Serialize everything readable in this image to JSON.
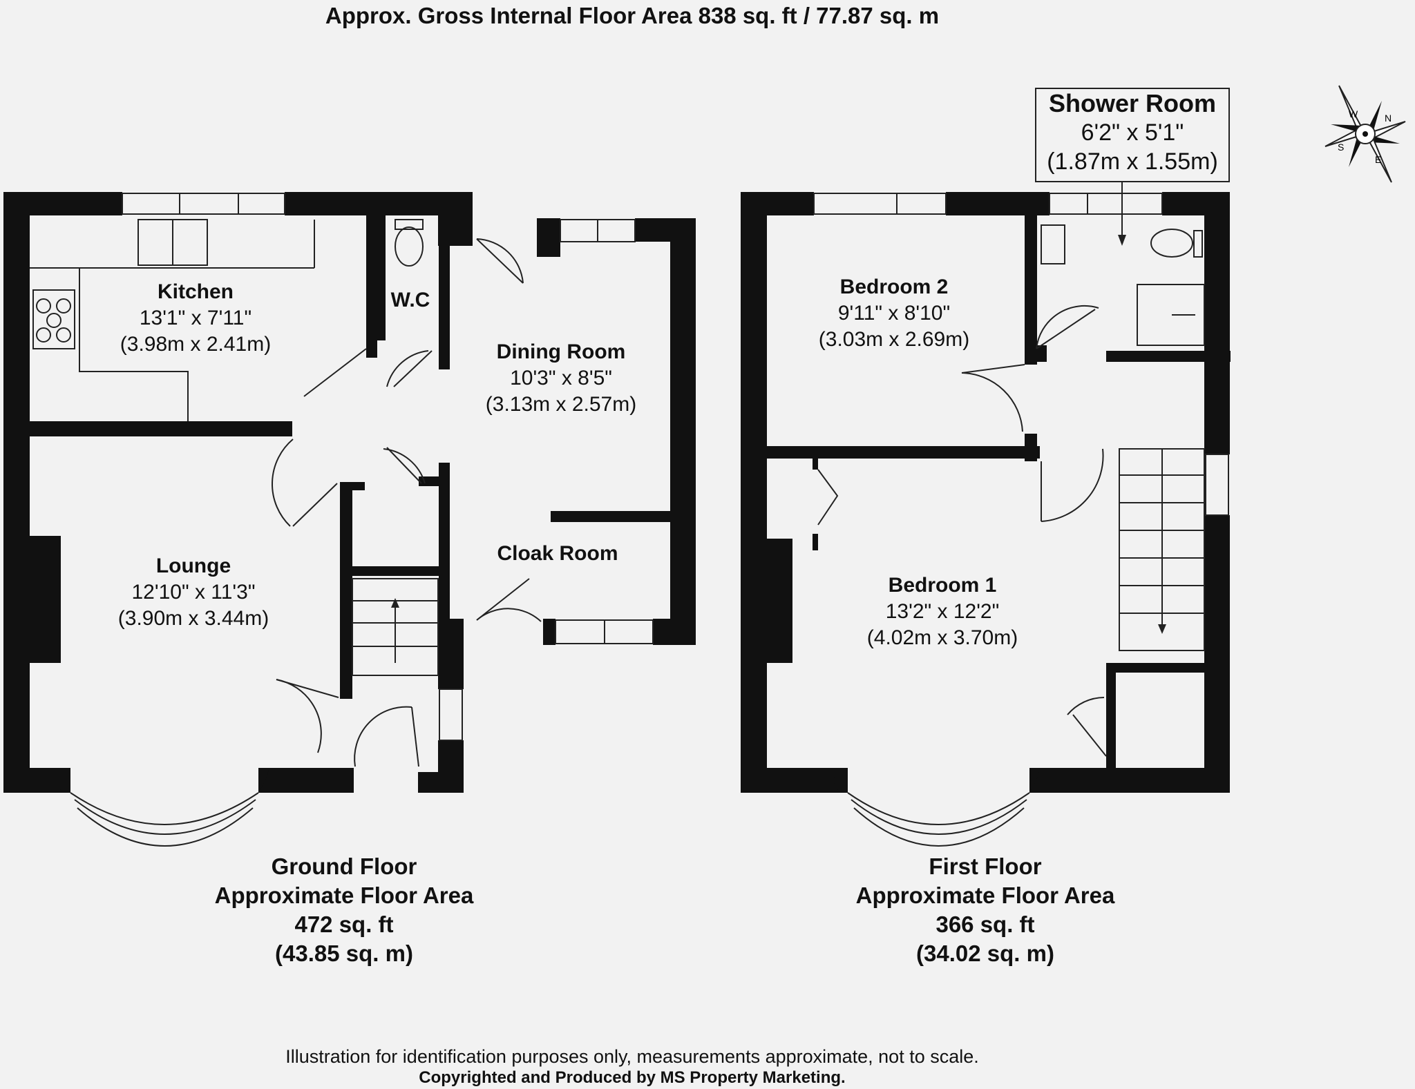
{
  "title": "Approx. Gross Internal Floor Area 838 sq. ft / 77.87 sq. m",
  "compass": {
    "labels": [
      "N",
      "E",
      "S",
      "W"
    ]
  },
  "ground_floor": {
    "caption": [
      "Ground Floor",
      "Approximate Floor Area",
      "472 sq. ft",
      "(43.85 sq. m)"
    ],
    "rooms": {
      "kitchen": {
        "name": "Kitchen",
        "imperial": "13'1\" x 7'11\"",
        "metric": "(3.98m x 2.41m)"
      },
      "wc": {
        "name": "W.C"
      },
      "dining": {
        "name": "Dining Room",
        "imperial": "10'3\" x 8'5\"",
        "metric": "(3.13m x 2.57m)"
      },
      "cloak": {
        "name": "Cloak Room"
      },
      "lounge": {
        "name": "Lounge",
        "imperial": "12'10\" x 11'3\"",
        "metric": "(3.90m x 3.44m)"
      }
    }
  },
  "first_floor": {
    "caption": [
      "First Floor",
      "Approximate Floor Area",
      "366 sq. ft",
      "(34.02 sq. m)"
    ],
    "rooms": {
      "shower": {
        "name": "Shower Room",
        "imperial": "6'2\" x 5'1\"",
        "metric": "(1.87m x 1.55m)"
      },
      "bedroom2": {
        "name": "Bedroom 2",
        "imperial": "9'11\" x 8'10\"",
        "metric": "(3.03m x 2.69m)"
      },
      "bedroom1": {
        "name": "Bedroom 1",
        "imperial": "13'2\" x 12'2\"",
        "metric": "(4.02m x 3.70m)"
      }
    }
  },
  "footer": {
    "disclaimer": "Illustration for identification purposes only, measurements approximate, not to scale.",
    "credit": "Copyrighted  and Produced by MS Property Marketing."
  }
}
